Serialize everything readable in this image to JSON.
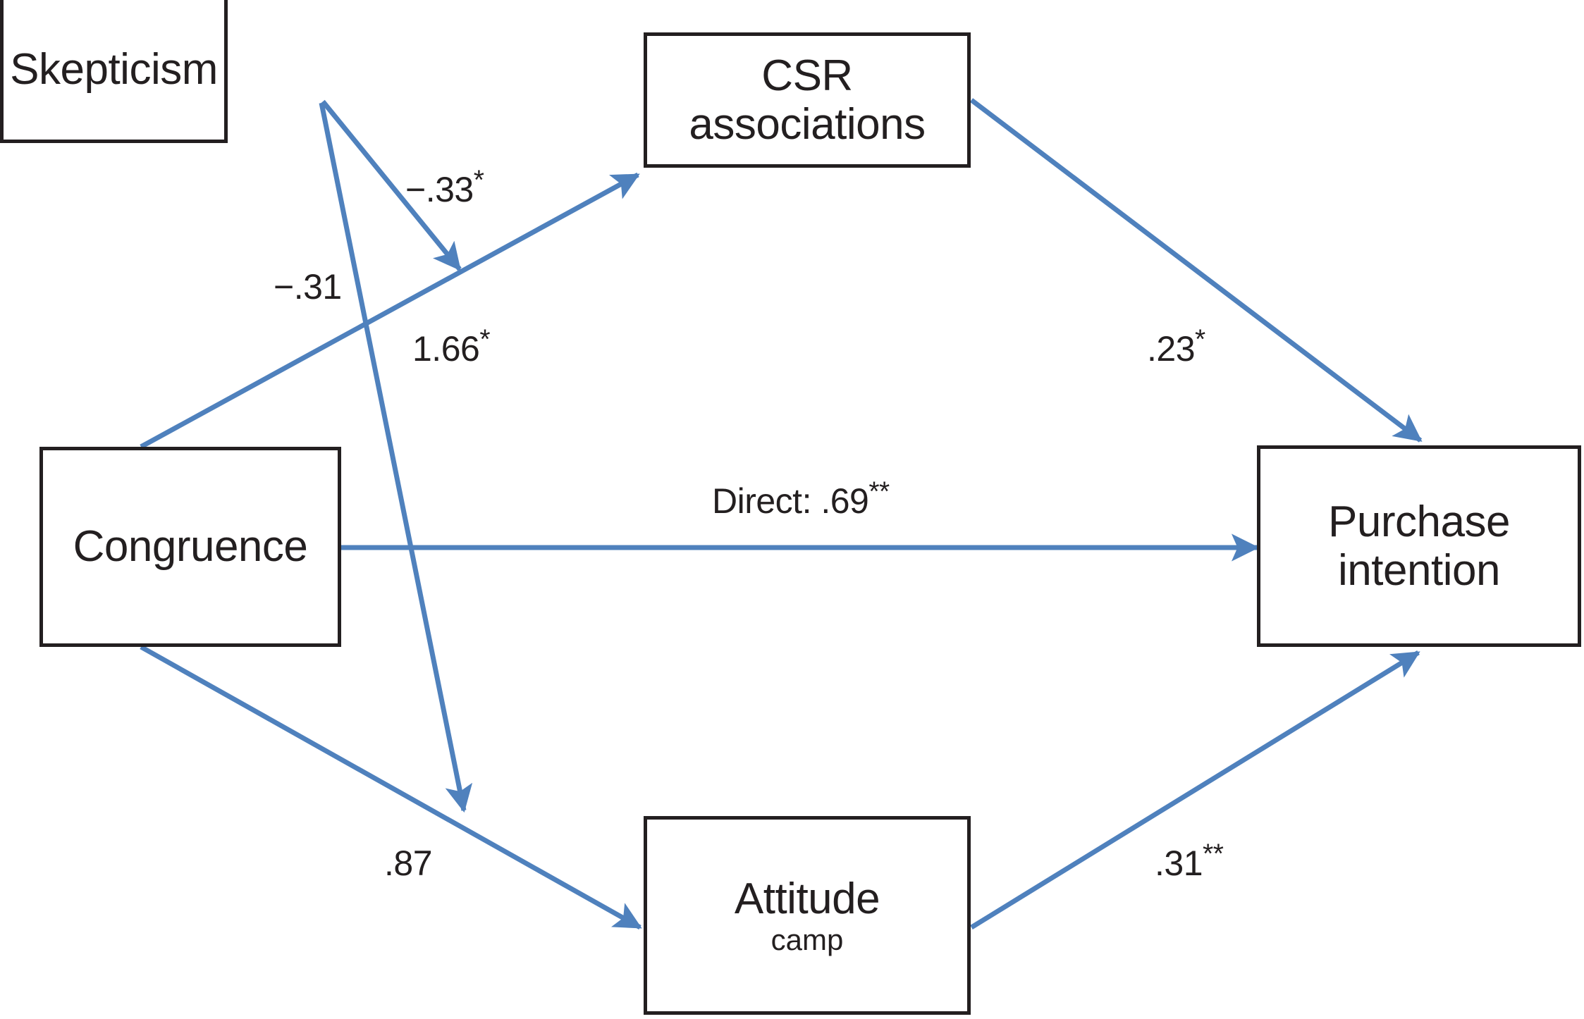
{
  "diagram": {
    "type": "path-model",
    "accent_color": "#4f81bd",
    "node_border_color": "#231f20",
    "background": "#ffffff",
    "nodes": [
      {
        "id": "skepticism",
        "label": "Skepticism",
        "sublabel": ""
      },
      {
        "id": "csr",
        "label_line1": "CSR",
        "label_line2": "associations"
      },
      {
        "id": "congruence",
        "label": "Congruence",
        "sublabel": ""
      },
      {
        "id": "purchase",
        "label_line1": "Purchase",
        "label_line2": "intention"
      },
      {
        "id": "attitude",
        "label": "Attitude",
        "sublabel": "camp"
      }
    ],
    "edges": [
      {
        "id": "skepticism-moderates-csr-path",
        "from": "skepticism",
        "to": "congruence-to-csr-path",
        "label": "−.33",
        "stars": "*"
      },
      {
        "id": "skepticism-moderates-attitude-path",
        "from": "skepticism",
        "to": "congruence-to-attitude-path",
        "label": "−.31",
        "stars": ""
      },
      {
        "id": "congruence-to-csr",
        "from": "congruence",
        "to": "csr",
        "label": "1.66",
        "stars": "*"
      },
      {
        "id": "csr-to-purchase",
        "from": "csr",
        "to": "purchase",
        "label": ".23",
        "stars": "*"
      },
      {
        "id": "congruence-to-purchase",
        "from": "congruence",
        "to": "purchase",
        "label": "Direct: .69",
        "stars": "**"
      },
      {
        "id": "congruence-to-attitude",
        "from": "congruence",
        "to": "attitude",
        "label": ".87",
        "stars": ""
      },
      {
        "id": "attitude-to-purchase",
        "from": "attitude",
        "to": "purchase",
        "label": ".31",
        "stars": "**"
      }
    ]
  }
}
